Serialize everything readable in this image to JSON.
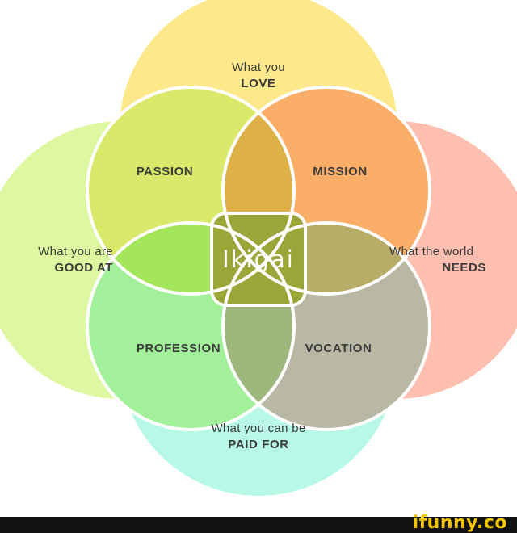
{
  "diagram": {
    "center_label": "Ikigai",
    "outer": {
      "love": {
        "line1": "What you",
        "line2": "LOVE"
      },
      "good_at": {
        "line1": "What you are",
        "line2": "GOOD AT"
      },
      "needs": {
        "line1": "What the world",
        "line2": "NEEDS"
      },
      "paid_for": {
        "line1": "What you can be",
        "line2": "PAID FOR"
      }
    },
    "overlaps": {
      "passion": "PASSION",
      "mission": "MISSION",
      "profession": "PROFESSION",
      "vocation": "VOCATION"
    },
    "colors": {
      "love": "#fde98c",
      "good_at": "#def8a1",
      "needs": "#ffbfb0",
      "paid_for": "#b8f8e6",
      "passion": "#d9e96a",
      "mission": "#fbae68",
      "profession": "#a2f09a",
      "vocation": "#b8b8a5",
      "love_good_needs": "#ddb048",
      "love_good_paid": "#a3e65a",
      "love_needs_paid": "#b8ad67",
      "good_needs_paid": "#9fb67c",
      "ikigai": "#9aa638"
    }
  },
  "watermark": "ifunny.co"
}
